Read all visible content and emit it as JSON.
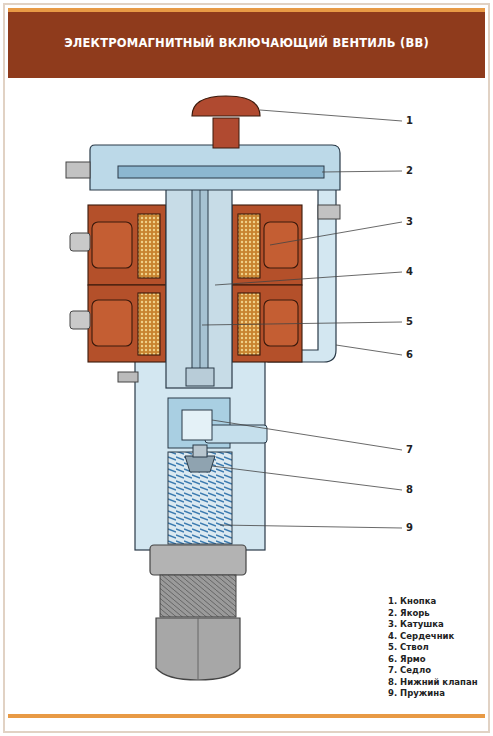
{
  "diagram": {
    "title": "ЭЛЕКТРОМАГНИТНЫЙ ВКЛЮЧАЮЩИЙ ВЕНТИЛЬ (ВВ)",
    "labels": [
      "1",
      "2",
      "3",
      "4",
      "5",
      "6",
      "7",
      "8",
      "9",
      "1. Кнопка",
      "2. Якорь",
      "3. Катушка",
      "4. Сердечник",
      "5. Ствол",
      "6. Ярмо",
      "7. Седло",
      "8. Нижний клапан",
      "9. Пружина"
    ]
  }
}
